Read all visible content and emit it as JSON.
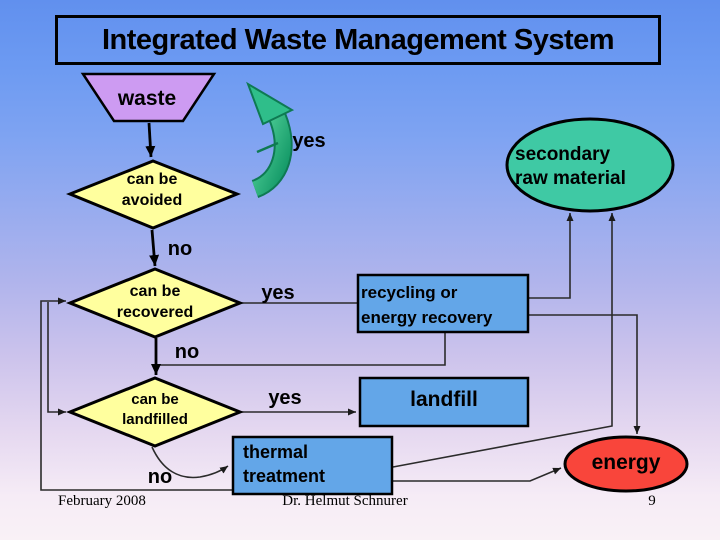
{
  "slide": {
    "title": "Integrated Waste Management System",
    "footer": {
      "date": "February 2008",
      "author": "Dr. Helmut Schnurer",
      "page_number": "9"
    },
    "background": {
      "top_color": "#6190EE",
      "bottom_color": "#F9F1F6"
    }
  },
  "flowchart": {
    "nodes": {
      "waste": {
        "label": "waste",
        "shape": "trapezoid",
        "fill": "#CD9BF2"
      },
      "can_be_avoided": {
        "lines": [
          "can be",
          "avoided"
        ],
        "shape": "diamond",
        "fill": "#FFFF9E"
      },
      "can_be_recovered": {
        "lines": [
          "can be",
          "recovered"
        ],
        "shape": "diamond",
        "fill": "#FFFF9E"
      },
      "can_be_landfilled": {
        "lines": [
          "can be",
          "landfilled"
        ],
        "shape": "diamond",
        "fill": "#FFFF9E"
      },
      "recycling_or_energy_recovery": {
        "lines": [
          "recycling or",
          "energy recovery"
        ],
        "shape": "rectangle",
        "fill": "#63A6E8"
      },
      "landfill": {
        "label": "landfill",
        "shape": "rectangle",
        "fill": "#63A6E8"
      },
      "thermal_treatment": {
        "lines": [
          "thermal",
          "treatment"
        ],
        "shape": "rectangle",
        "fill": "#63A6E8"
      },
      "secondary_raw_material": {
        "lines": [
          "secondary",
          "raw material"
        ],
        "shape": "ellipse",
        "fill": "#3FC9A4"
      },
      "energy": {
        "label": "energy",
        "shape": "ellipse",
        "fill": "#F9453B"
      }
    },
    "branch_labels": {
      "avoided_yes": "yes",
      "avoided_no": "no",
      "recovered_yes": "yes",
      "recovered_no": "no",
      "landfilled_yes": "yes",
      "landfilled_no": "no"
    },
    "arrow_colors": {
      "curved_yes_arrow_green": "#1FAE7C",
      "connector": "#2B2B2B",
      "main_flow": "#000000"
    }
  }
}
